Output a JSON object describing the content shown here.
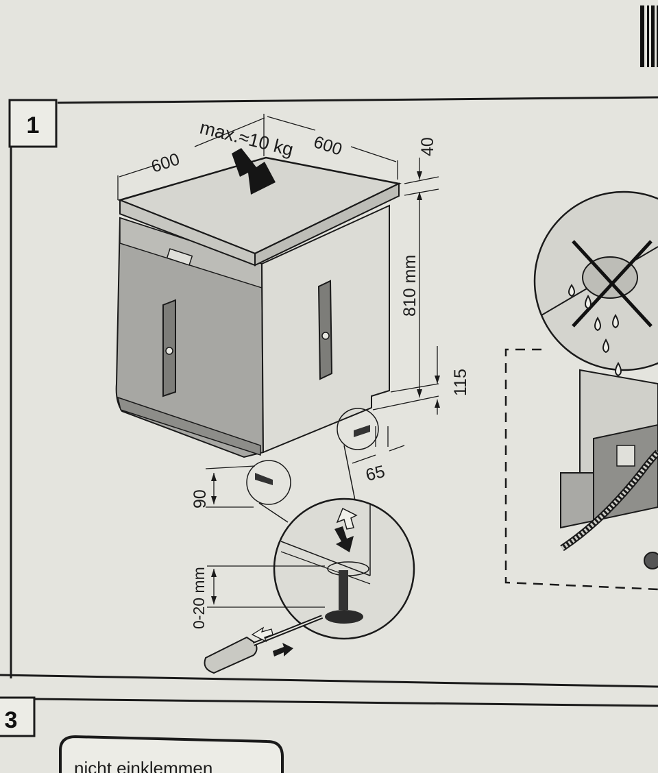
{
  "panels": {
    "panel_1_number": "1",
    "panel_3_number": "3",
    "panel_3_note": "nicht einklemmen"
  },
  "dimensions": {
    "width": "600",
    "depth": "600",
    "load": "max.≈10 kg",
    "top_thickness": "40",
    "height": "810 mm",
    "plinth": "115",
    "foot_inset": "65",
    "foot_height": "90",
    "foot_adjust": "0-20 mm"
  },
  "colors": {
    "paper": "#e4e4de",
    "ink": "#1a1a1a",
    "panel_grey": "#a9a9a5",
    "panel_dark": "#8f8f8b",
    "top_light": "#d6d6d0"
  }
}
